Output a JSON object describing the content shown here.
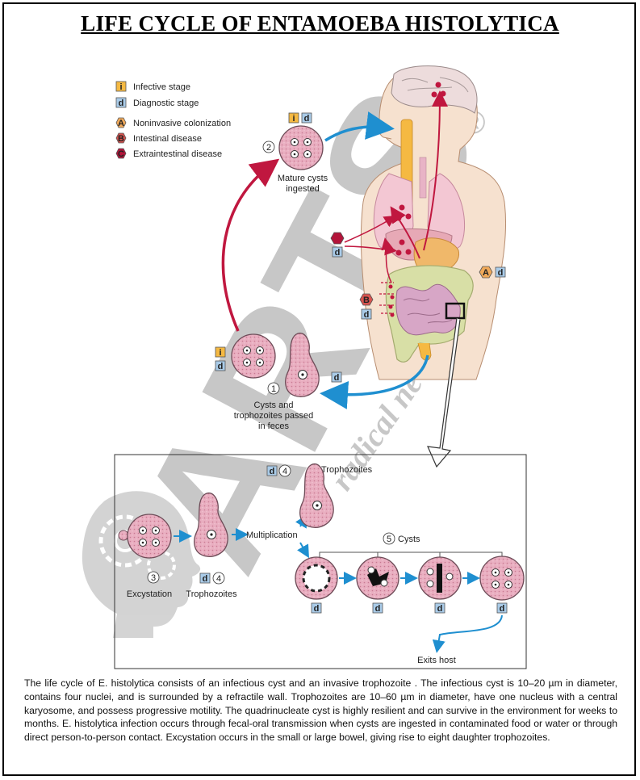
{
  "title": "LIFE CYCLE OF ENTAMOEBA HISTOLYTICA",
  "legend": {
    "infective": {
      "badge": "i",
      "label": "Infective stage"
    },
    "diagnostic": {
      "badge": "d",
      "label": "Diagnostic stage"
    },
    "noninvasive": {
      "badge": "A",
      "label": "Noninvasive colonization"
    },
    "intestinal": {
      "badge": "B",
      "label": "Intestinal disease"
    },
    "extraintestinal": {
      "badge": "C",
      "label": "Extraintestinal disease"
    }
  },
  "stages": {
    "step1": {
      "num": "1",
      "line1": "Cysts and",
      "line2": "trophozoites passed",
      "line3": "in feces"
    },
    "step2": {
      "num": "2",
      "line1": "Mature cysts",
      "line2": "ingested"
    },
    "step3": {
      "num": "3",
      "label": "Excystation"
    },
    "step4a": {
      "num": "4",
      "label": "Trophozoites"
    },
    "step4b": {
      "num": "4",
      "label": "Trophozoites"
    },
    "step5": {
      "num": "5",
      "label": "Cysts"
    },
    "multiplication": "Multiplication",
    "exits": "Exits host"
  },
  "watermark": {
    "text": "radical new idea...",
    "logo": "ARTS",
    "reg": "®"
  },
  "description": "The life cycle of E. histolytica consists of an infectious cyst and an invasive trophozoite . The infectious cyst is 10–20 µm in diameter, contains four nuclei, and is surrounded by a refractile wall. Trophozoites are 10–60 µm in diameter, have one nucleus with a central karyosome, and possess progressive motility. The quadrinucleate cyst is highly resilient and can survive in the environment for weeks to months. E. histolytica infection occurs through fecal-oral transmission when cysts are ingested in contaminated food or water or through direct person-to-person contact. Excystation occurs in the small or large bowel, giving rise to eight daughter trophozoites.",
  "colors": {
    "infective": "#f5b942",
    "diagnostic": "#a9cbe8",
    "noninvasive": "#f0a95a",
    "intestinal": "#d9544f",
    "extraintestinal": "#b3143a",
    "arrow_red": "#c0173f",
    "arrow_blue": "#1f8fd0"
  }
}
